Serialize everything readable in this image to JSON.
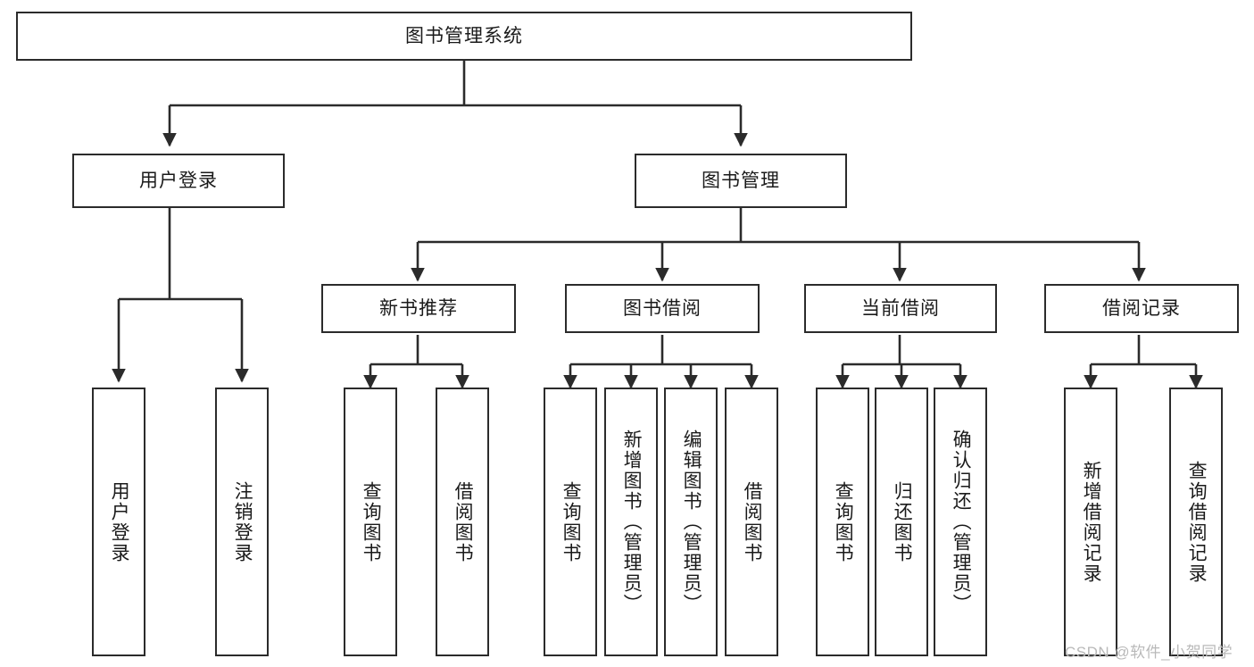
{
  "diagram": {
    "title": "图书管理系统",
    "type": "tree",
    "colors": {
      "stroke": "#2b2b2b",
      "fill": "#ffffff",
      "text": "#1a1a1a",
      "watermark": "#b9b9b9"
    },
    "root": {
      "label": "图书管理系统"
    },
    "level2": [
      {
        "label": "用户登录"
      },
      {
        "label": "图书管理"
      }
    ],
    "level3": [
      {
        "label": "新书推荐"
      },
      {
        "label": "图书借阅"
      },
      {
        "label": "当前借阅"
      },
      {
        "label": "借阅记录"
      }
    ],
    "leaves": {
      "user_login": [
        {
          "label": "用户登录"
        },
        {
          "label": "注销登录"
        }
      ],
      "new_book_recommend": [
        {
          "label": "查询图书"
        },
        {
          "label": "借阅图书"
        }
      ],
      "book_borrow": [
        {
          "label": "查询图书"
        },
        {
          "label": "新增图书（管理员）"
        },
        {
          "label": "编辑图书（管理员）"
        },
        {
          "label": "借阅图书"
        }
      ],
      "current_borrow": [
        {
          "label": "查询图书"
        },
        {
          "label": "归还图书"
        },
        {
          "label": "确认归还（管理员）"
        }
      ],
      "borrow_record": [
        {
          "label": "新增借阅记录"
        },
        {
          "label": "查询借阅记录"
        }
      ]
    }
  },
  "watermark": {
    "text": "CSDN @软件_小贺同学"
  }
}
